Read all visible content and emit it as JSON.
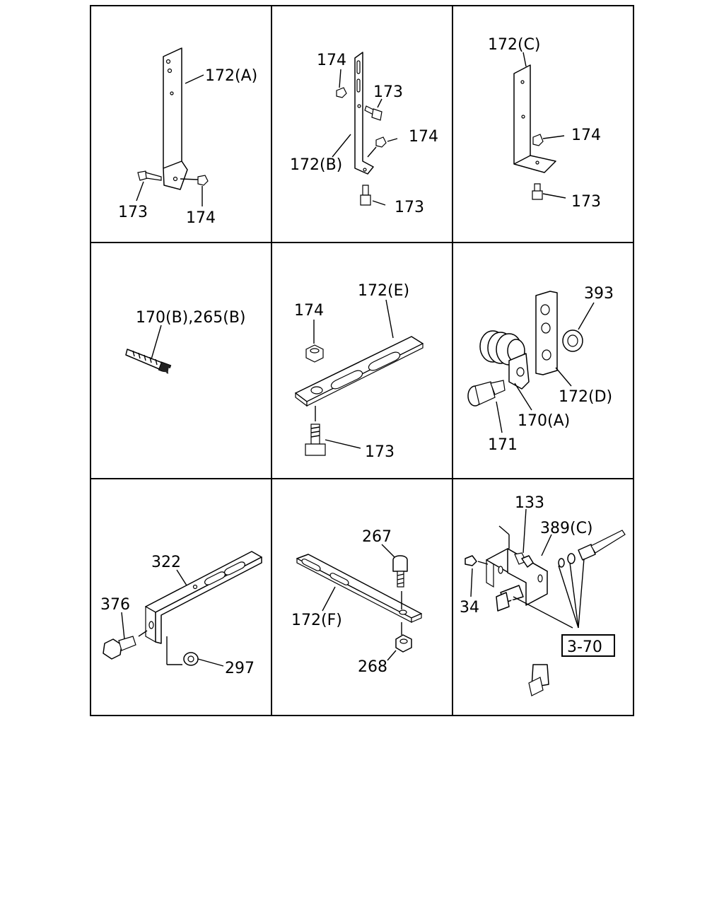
{
  "panels": [
    {
      "id": "p1",
      "labels": [
        "172(A)",
        "173",
        "174"
      ]
    },
    {
      "id": "p2",
      "labels": [
        "174",
        "173",
        "172(B)",
        "174",
        "173"
      ]
    },
    {
      "id": "p3",
      "labels": [
        "172(C)",
        "174",
        "173"
      ]
    },
    {
      "id": "p4",
      "labels": [
        "170(B),265(B)"
      ]
    },
    {
      "id": "p5",
      "labels": [
        "172(E)",
        "174",
        "173"
      ]
    },
    {
      "id": "p6",
      "labels": [
        "393",
        "172(D)",
        "170(A)",
        "171"
      ]
    },
    {
      "id": "p7",
      "labels": [
        "322",
        "376",
        "297"
      ]
    },
    {
      "id": "p8",
      "labels": [
        "267",
        "172(F)",
        "268"
      ]
    },
    {
      "id": "p9",
      "labels": [
        "133",
        "389(C)",
        "34",
        "3-70"
      ]
    }
  ]
}
